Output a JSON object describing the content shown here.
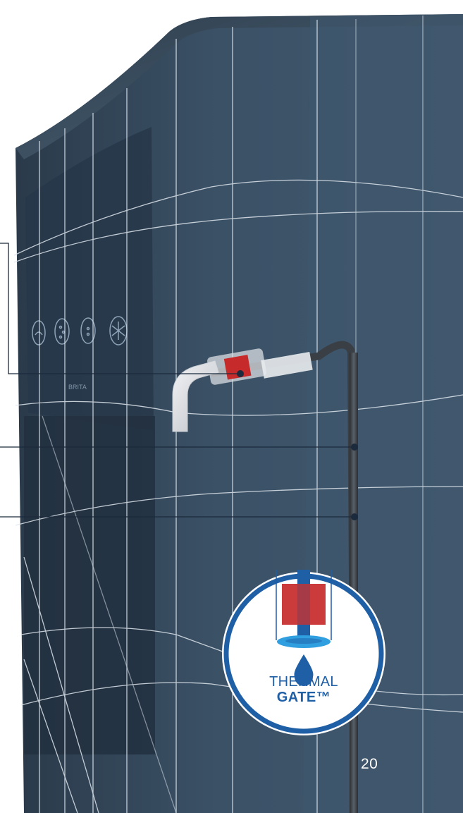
{
  "page": {
    "number": "20"
  },
  "badge": {
    "line1": "THERMAL",
    "line2": "GATE™"
  },
  "device": {
    "brand_mark": "BRITA"
  },
  "control_icons": [
    "drop-icon",
    "sparkling-icon",
    "medium-sparkling-icon",
    "snowflake-icon"
  ],
  "colors": {
    "panel": "#33475a",
    "panel_dark": "#24333f",
    "grid": "#dfe7ee",
    "callout": "#1b2a3c",
    "heating_band": "#c72a2a",
    "badge_blue": "#1f5fa6"
  }
}
